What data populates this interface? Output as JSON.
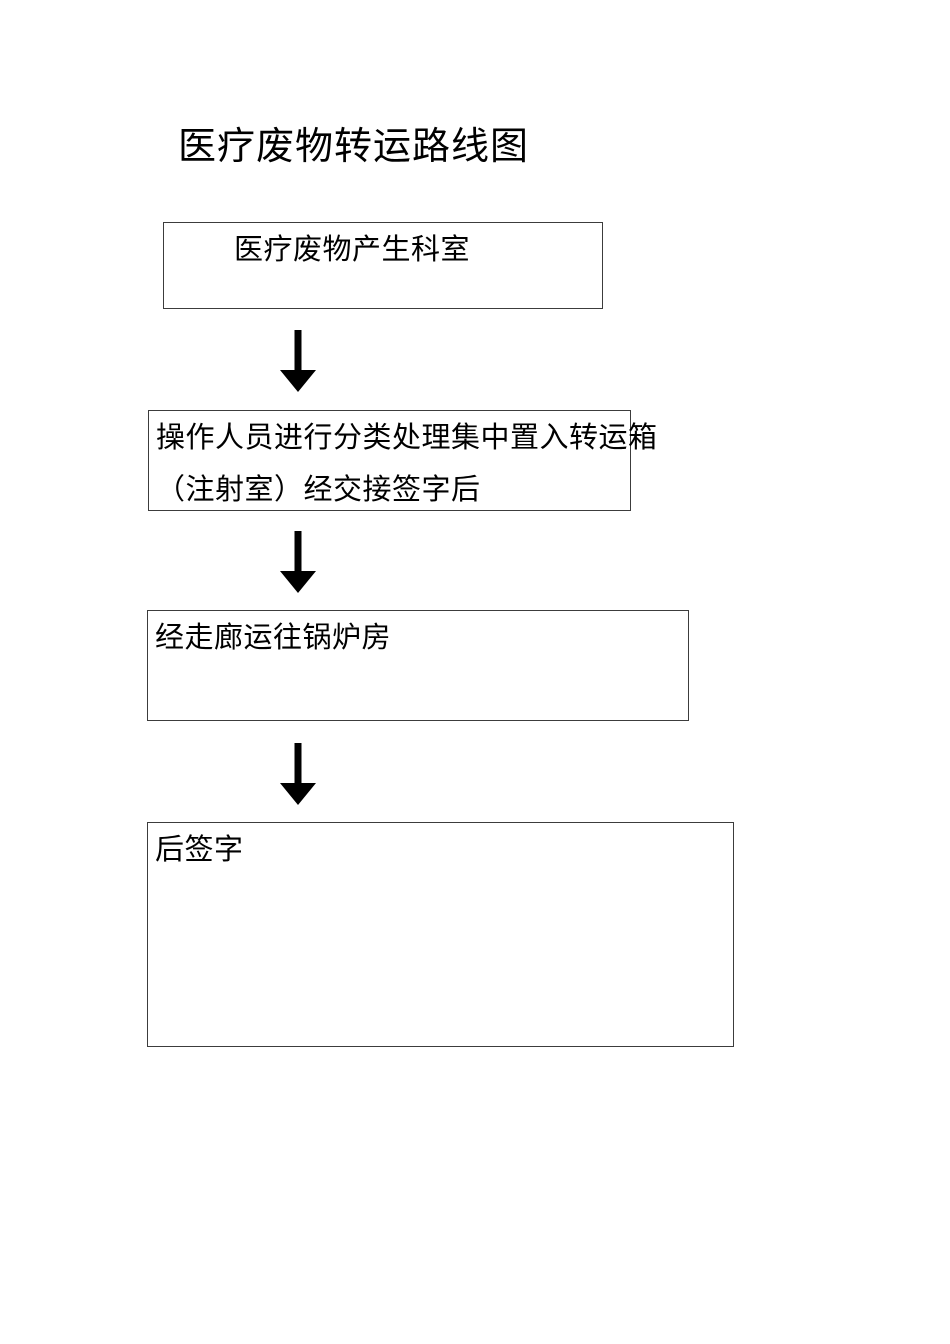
{
  "page": {
    "title": "医疗废物转运路线图"
  },
  "flowchart": {
    "connector_icon": "arrow-down-icon",
    "nodes": [
      {
        "text": "医疗废物产生科室"
      },
      {
        "lines": [
          "操作人员进行分类处理集中置入转运箱",
          "（注射室）经交接签字后"
        ]
      },
      {
        "text": "经走廊运往锅炉房"
      },
      {
        "text": "后签字"
      }
    ]
  },
  "colors": {
    "background": "#ffffff",
    "box_border": "#3c3c3c",
    "text": "#000000",
    "arrow": "#000000"
  }
}
